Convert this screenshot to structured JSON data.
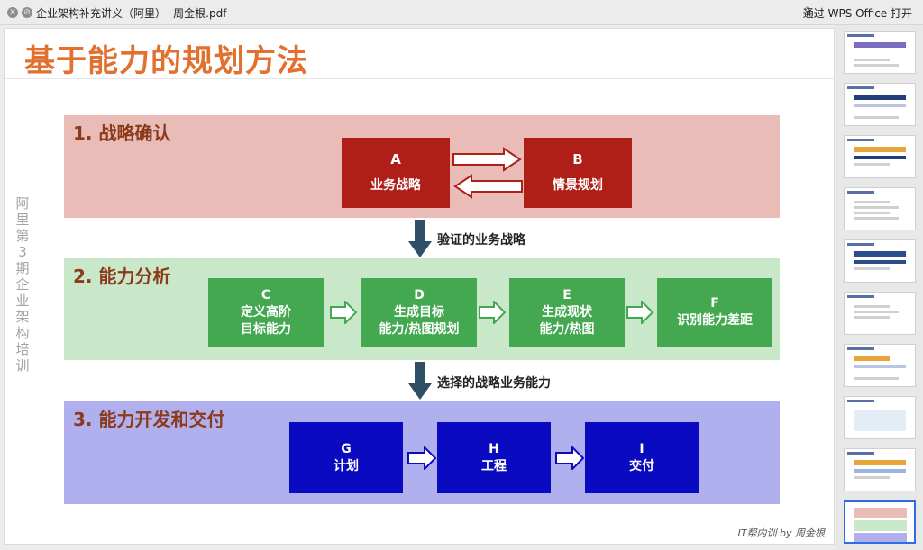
{
  "window": {
    "title": "企业架构补充讲义（阿里）- 周金根.pdf",
    "open_with": "通过 WPS Office 打开"
  },
  "slide": {
    "title": "基于能力的规划方法",
    "vertical_label": "阿里第3期企业架构培训",
    "footer": "IT帮内训 by 周金根",
    "sections": [
      {
        "label": "1. 战略确认"
      },
      {
        "label": "2. 能力分析"
      },
      {
        "label": "3. 能力开发和交付"
      }
    ],
    "connectors": [
      {
        "label": "验证的业务战略"
      },
      {
        "label": "选择的战略业务能力"
      }
    ],
    "boxes": {
      "A": {
        "letter": "A",
        "text": "业务战略"
      },
      "B": {
        "letter": "B",
        "text": "情景规划"
      },
      "C": {
        "letter": "C",
        "line1": "定义高阶",
        "line2": "目标能力"
      },
      "D": {
        "letter": "D",
        "line1": "生成目标",
        "line2": "能力/热图规划"
      },
      "E": {
        "letter": "E",
        "line1": "生成现状",
        "line2": "能力/热图"
      },
      "F": {
        "letter": "F",
        "text": "识别能力差距"
      },
      "G": {
        "letter": "G",
        "text": "计划"
      },
      "H": {
        "letter": "H",
        "text": "工程"
      },
      "I": {
        "letter": "I",
        "text": "交付"
      }
    }
  },
  "colors": {
    "title": "#e2712f",
    "section_label": "#8b3a1a",
    "band_red": "#e9bcb8",
    "band_green": "#c9e8c9",
    "band_blue": "#b0b0ef",
    "box_red": "#b01f17",
    "box_green": "#43a850",
    "box_blue": "#0a0ac1",
    "arrow_dark": "#2f4f66"
  }
}
